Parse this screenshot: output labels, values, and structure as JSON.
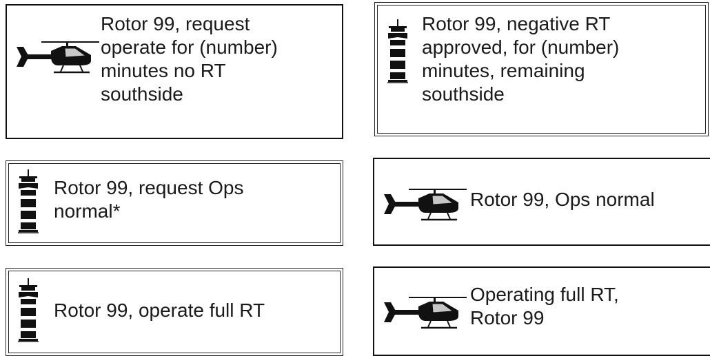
{
  "icons": {
    "helicopter": "helicopter-icon",
    "tower": "control-tower-icon"
  },
  "exchanges": [
    {
      "speaker": "pilot",
      "text": "Rotor 99, request\noperate for (number)\nminutes no RT\nsouthside"
    },
    {
      "speaker": "tower",
      "text": "Rotor 99, negative RT\napproved, for (number)\nminutes, remaining\nsouthside"
    },
    {
      "speaker": "tower",
      "text": "Rotor 99, request Ops\nnormal*"
    },
    {
      "speaker": "pilot",
      "text": "Rotor 99, Ops normal"
    },
    {
      "speaker": "tower",
      "text": "Rotor 99, operate full RT"
    },
    {
      "speaker": "pilot",
      "text": "Operating full RT,\nRotor 99"
    }
  ]
}
